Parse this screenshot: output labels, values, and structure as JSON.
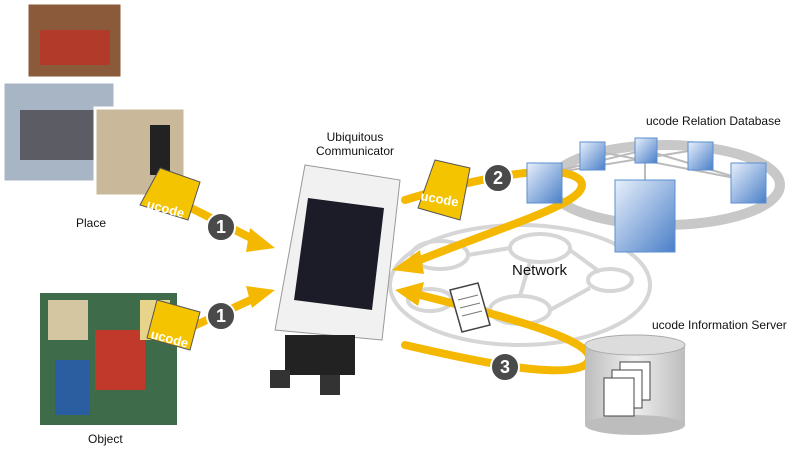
{
  "labels": {
    "communicator_line1": "Ubiquitous",
    "communicator_line2": "Communicator",
    "place": "Place",
    "object": "Object",
    "relation_db": "ucode Relation Database",
    "network": "Network",
    "info_server": "ucode Information Server"
  },
  "tags": {
    "place": "ucode",
    "object": "ucode",
    "communicator": "ucode"
  },
  "steps": {
    "place": "1",
    "object": "1",
    "relation": "2",
    "info": "3"
  },
  "colors": {
    "arrow": "#f5b800",
    "step_badge": "#4a4a4a",
    "server_blue": "#5b8fd0",
    "network_gray": "#d0d0d0"
  }
}
